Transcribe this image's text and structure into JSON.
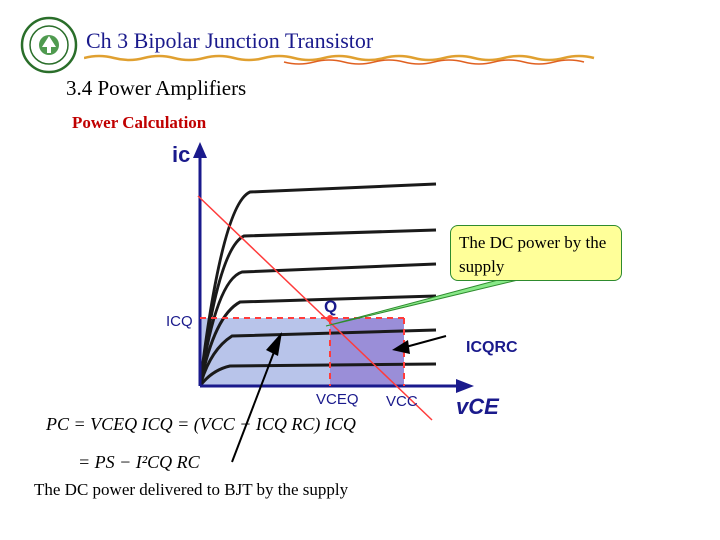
{
  "header": {
    "chapter_title": "Ch 3 Bipolar Junction Transistor",
    "section_title": "3.4 Power Amplifiers",
    "subsection_title": "Power Calculation"
  },
  "diagram": {
    "y_axis_label": "ic",
    "x_axis_label": "vCE",
    "icq_label": "ICQ",
    "vceq_label": "VCEQ",
    "vcc_label": "VCC",
    "q_point_label": "Q",
    "icqrc_label": "ICQRC"
  },
  "callouts": {
    "dc_power_supply": "The DC power by the supply",
    "dc_power_bjt": "The DC power delivered to BJT by the supply"
  },
  "equations": {
    "line1": "PC = VCEQ ICQ = (VCC − ICQ RC) ICQ",
    "line2": "= PS − I²CQ RC"
  },
  "colors": {
    "load_line": "#ff3b3b",
    "region_bjt": "#b8c4ea",
    "region_rc": "#9a8ed8",
    "callout_fill": "#ffff99",
    "callout_border": "#2e8b2e",
    "title": "#1a1a8c",
    "subtitle": "#c00000"
  }
}
